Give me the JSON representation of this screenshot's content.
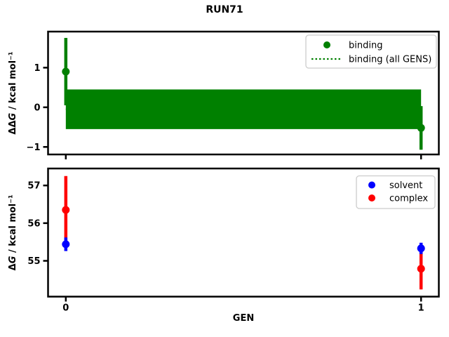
{
  "figure": {
    "suptitle": "RUN71",
    "background": "#ffffff",
    "text_color": "#000000",
    "spine_color": "#000000"
  },
  "chart_data": [
    {
      "type": "scatter",
      "name": "binding-panel",
      "xlabel": "",
      "ylabel": "ΔΔG / kcal mol⁻¹",
      "xlim": [
        -0.05,
        1.05
      ],
      "ylim": [
        -1.19,
        1.91
      ],
      "x_ticks": [
        0,
        1
      ],
      "x_tick_labels": [
        "",
        ""
      ],
      "y_ticks": [
        -1,
        0,
        1
      ],
      "y_tick_labels": [
        "−1",
        "0",
        "1"
      ],
      "grid": false,
      "legend": {
        "position": "upper right",
        "entries": [
          {
            "label": "binding",
            "marker": "dot",
            "color": "#008000"
          },
          {
            "label": "binding (all GENS)",
            "marker": "dotted-line",
            "color": "#008000"
          }
        ]
      },
      "series": [
        {
          "name": "binding",
          "style": "errorbar-points",
          "color": "#008000",
          "z": 2,
          "x": [
            0,
            1
          ],
          "y": [
            0.9,
            -0.52
          ],
          "yerr": [
            0.85,
            0.55
          ]
        },
        {
          "name": "binding (all GENS)",
          "style": "band",
          "color": "#008000",
          "z": 1,
          "x_range": [
            0,
            1
          ],
          "center": -0.05,
          "low": -0.55,
          "high": 0.45
        }
      ]
    },
    {
      "type": "scatter",
      "name": "gen-panel",
      "xlabel": "GEN",
      "ylabel": "ΔG / kcal mol⁻¹",
      "xlim": [
        -0.05,
        1.05
      ],
      "ylim": [
        54.05,
        57.45
      ],
      "x_ticks": [
        0,
        1
      ],
      "x_tick_labels": [
        "0",
        "1"
      ],
      "y_ticks": [
        55,
        56,
        57
      ],
      "y_tick_labels": [
        "55",
        "56",
        "57"
      ],
      "grid": false,
      "legend": {
        "position": "upper right",
        "entries": [
          {
            "label": "solvent",
            "marker": "dot",
            "color": "#0000ff"
          },
          {
            "label": "complex",
            "marker": "dot",
            "color": "#ff0000"
          }
        ]
      },
      "series": [
        {
          "name": "solvent",
          "style": "errorbar-points",
          "color": "#0000ff",
          "z": 2,
          "x": [
            0,
            1
          ],
          "y": [
            55.44,
            55.33
          ],
          "yerr": [
            0.18,
            0.15
          ]
        },
        {
          "name": "complex",
          "style": "errorbar-points",
          "color": "#ff0000",
          "z": 1,
          "x": [
            0,
            1
          ],
          "y": [
            56.35,
            54.79
          ],
          "yerr": [
            0.9,
            0.55
          ]
        }
      ]
    }
  ]
}
